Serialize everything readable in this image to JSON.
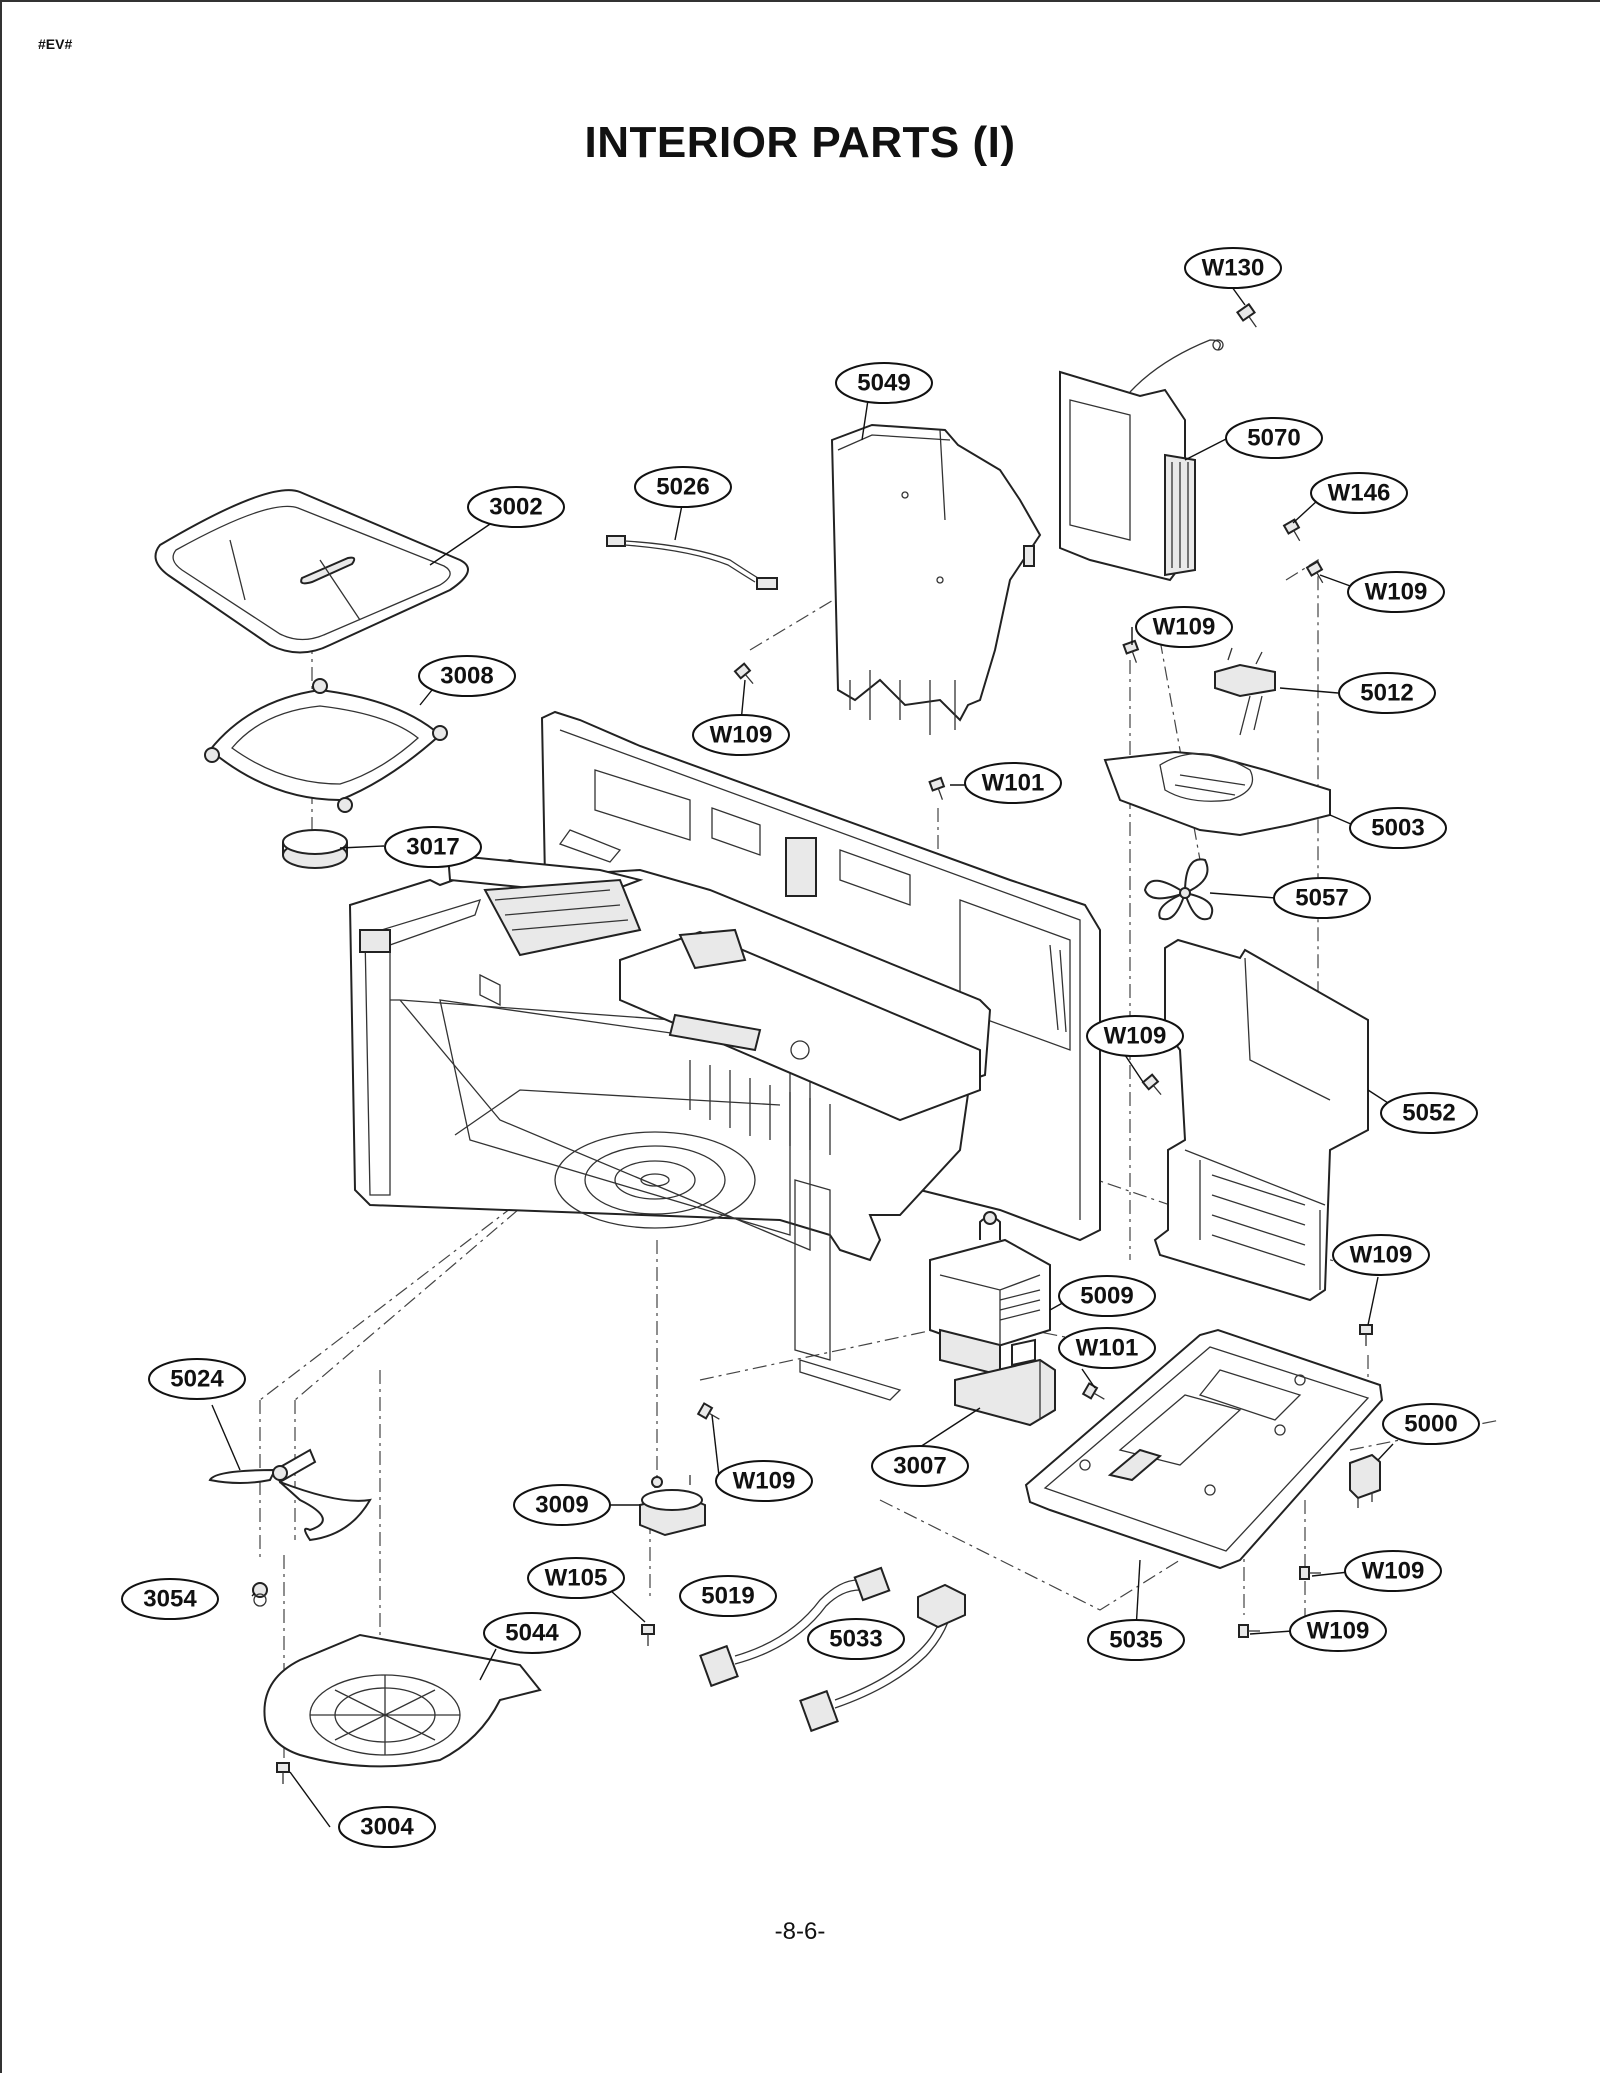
{
  "header": {
    "doc_code": "#EV#",
    "title": "INTERIOR PARTS (I)"
  },
  "footer": {
    "page_number": "-8-6-"
  },
  "diagram": {
    "parts": [
      {
        "id": "3002"
      },
      {
        "id": "3008"
      },
      {
        "id": "3017"
      },
      {
        "id": "5026"
      },
      {
        "id": "5049"
      },
      {
        "id": "W109"
      },
      {
        "id": "W130"
      },
      {
        "id": "5070"
      },
      {
        "id": "W146"
      },
      {
        "id": "W109"
      },
      {
        "id": "W109"
      },
      {
        "id": "5012"
      },
      {
        "id": "W101"
      },
      {
        "id": "5003"
      },
      {
        "id": "5057"
      },
      {
        "id": "W109"
      },
      {
        "id": "5052"
      },
      {
        "id": "W109"
      },
      {
        "id": "5009"
      },
      {
        "id": "W101"
      },
      {
        "id": "5000"
      },
      {
        "id": "5024"
      },
      {
        "id": "W109"
      },
      {
        "id": "3007"
      },
      {
        "id": "3009"
      },
      {
        "id": "3054"
      },
      {
        "id": "W105"
      },
      {
        "id": "5019"
      },
      {
        "id": "5033"
      },
      {
        "id": "5035"
      },
      {
        "id": "W109"
      },
      {
        "id": "W109"
      },
      {
        "id": "5044"
      },
      {
        "id": "3004"
      }
    ]
  }
}
